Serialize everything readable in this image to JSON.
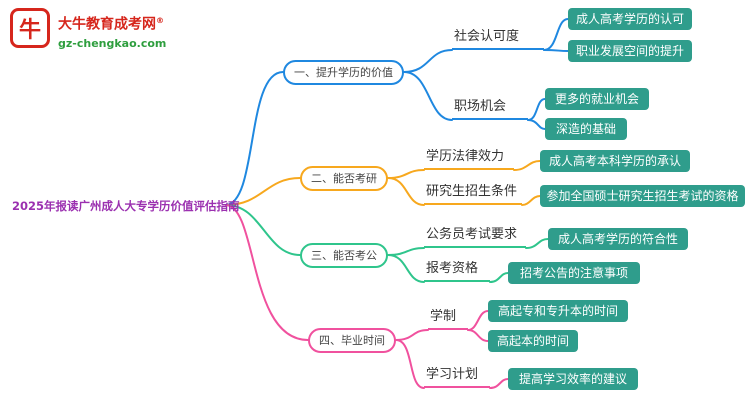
{
  "logo": {
    "title": "大牛教育成考网",
    "registered_mark": "®",
    "subtitle": "gz-chengkao.com",
    "icon": "bull-icon",
    "icon_glyph": "牛",
    "brand_color": "#d6261c",
    "subtitle_color": "#2e9e3e"
  },
  "root": {
    "title": "2025年报读广州成人大专学历价值评估指南",
    "color": "#9b30b0"
  },
  "leaf_style": {
    "background": "#2f9d8c",
    "text_color": "#ffffff"
  },
  "branches": [
    {
      "label": "一、提升学历的价值",
      "color": "#1f88e0",
      "children": [
        {
          "label": "社会认可度",
          "leaves": [
            "成人高考学历的认可",
            "职业发展空间的提升"
          ]
        },
        {
          "label": "职场机会",
          "leaves": [
            "更多的就业机会",
            "深造的基础"
          ]
        }
      ]
    },
    {
      "label": "二、能否考研",
      "color": "#f7a81e",
      "children": [
        {
          "label": "学历法律效力",
          "leaves": [
            "成人高考本科学历的承认"
          ]
        },
        {
          "label": "研究生招生条件",
          "leaves": [
            "参加全国硕士研究生招生考试的资格"
          ]
        }
      ]
    },
    {
      "label": "三、能否考公",
      "color": "#2fc58c",
      "children": [
        {
          "label": "公务员考试要求",
          "leaves": [
            "成人高考学历的符合性"
          ]
        },
        {
          "label": "报考资格",
          "leaves": [
            "招考公告的注意事项"
          ]
        }
      ]
    },
    {
      "label": "四、毕业时间",
      "color": "#f0519e",
      "children": [
        {
          "label": "学制",
          "leaves": [
            "高起专和专升本的时间",
            "高起本的时间"
          ]
        },
        {
          "label": "学习计划",
          "leaves": [
            "提高学习效率的建议"
          ]
        }
      ]
    }
  ]
}
